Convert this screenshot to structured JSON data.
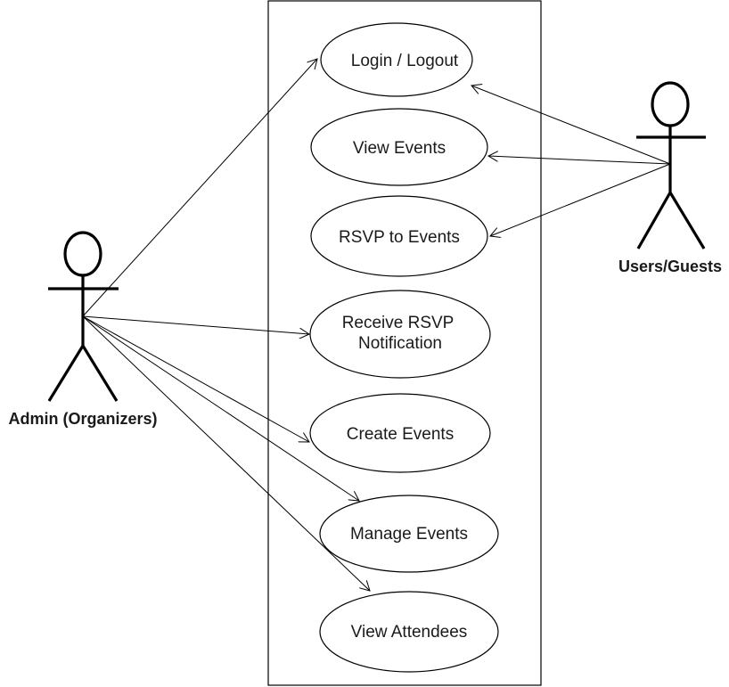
{
  "actors": {
    "admin": {
      "label": "Admin (Organizers)"
    },
    "users": {
      "label": "Users/Guests"
    }
  },
  "use_cases": {
    "login": {
      "lines": [
        "Login / Logout"
      ]
    },
    "view_events": {
      "lines": [
        "View Events"
      ]
    },
    "rsvp": {
      "lines": [
        "RSVP to Events"
      ]
    },
    "receive_rsvp": {
      "lines": [
        "Receive RSVP",
        "Notification"
      ]
    },
    "create_events": {
      "lines": [
        "Create Events"
      ]
    },
    "manage_events": {
      "lines": [
        "Manage Events"
      ]
    },
    "view_attendees": {
      "lines": [
        "View Attendees"
      ]
    }
  }
}
